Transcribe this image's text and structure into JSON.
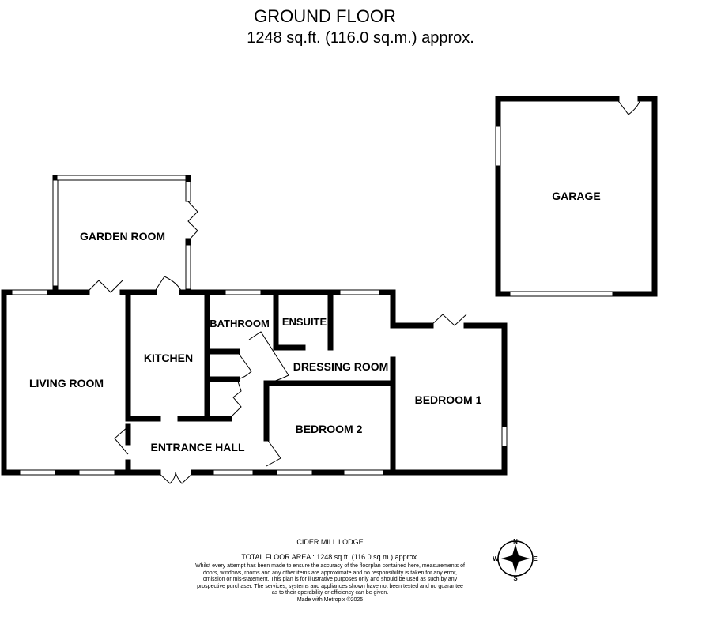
{
  "header": {
    "title": "GROUND FLOOR",
    "area": "1248 sq.ft. (116.0 sq.m.) approx."
  },
  "rooms": {
    "garden_room": "GARDEN ROOM",
    "living_room": "LIVING ROOM",
    "kitchen": "KITCHEN",
    "bathroom": "BATHROOM",
    "ensuite": "ENSUITE",
    "dressing_room": "DRESSING ROOM",
    "bedroom1": "BEDROOM 1",
    "bedroom2": "BEDROOM 2",
    "entrance_hall": "ENTRANCE HALL",
    "garage": "GARAGE"
  },
  "compass": {
    "n": "N",
    "s": "S",
    "e": "E",
    "w": "W"
  },
  "footer": {
    "property_name": "CIDER MILL LODGE",
    "total_area": "TOTAL FLOOR AREA : 1248 sq.ft. (116.0 sq.m.) approx.",
    "disclaimer": "Whilst every attempt has been made to ensure the accuracy of the floorplan contained here, measurements of doors, windows, rooms and any other items are approximate and no responsibility is taken for any error, omission or mis-statement. This plan is for illustrative purposes only and should be used as such by any prospective purchaser. The services, systems and appliances shown have not been tested and no guarantee as to their operability or efficiency can be given.",
    "credit": "Made with Metropix ©2025"
  }
}
